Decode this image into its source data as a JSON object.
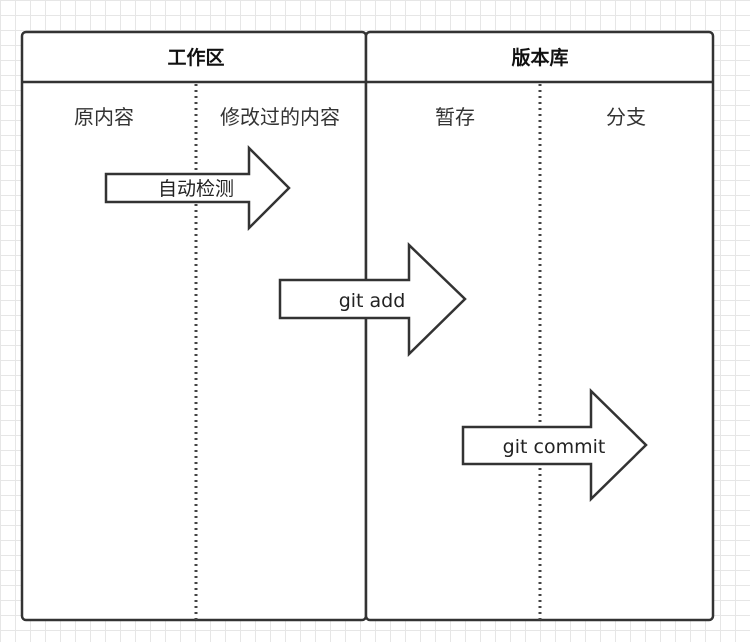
{
  "pools": [
    {
      "title": "工作区",
      "columns": [
        "原内容",
        "修改过的内容"
      ]
    },
    {
      "title": "版本库",
      "columns": [
        "暂存",
        "分支"
      ]
    }
  ],
  "arrows": [
    {
      "label": "自动检测"
    },
    {
      "label": "git add"
    },
    {
      "label": "git commit"
    }
  ]
}
